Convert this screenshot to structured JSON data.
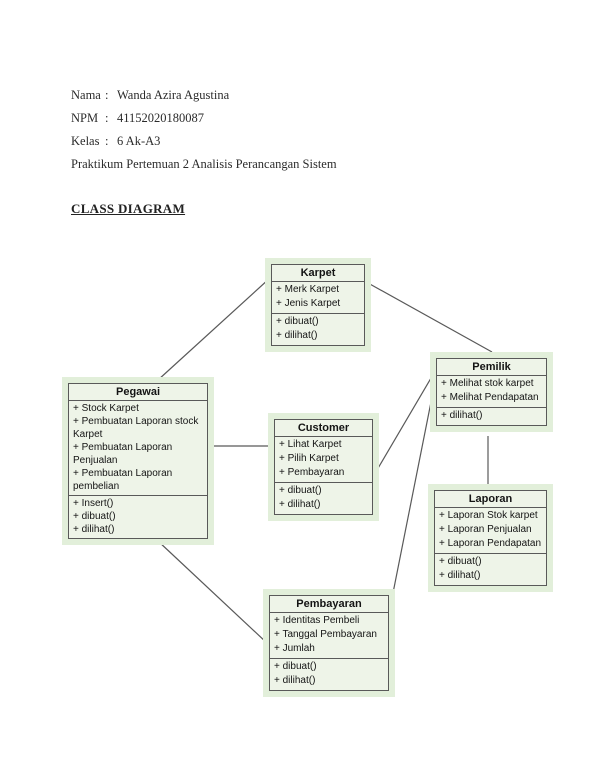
{
  "header": {
    "lines": [
      {
        "label": "Nama",
        "sep": ":",
        "value": "Wanda Azira Agustina"
      },
      {
        "label": "NPM",
        "sep": ":",
        "value": "41152020180087"
      },
      {
        "label": "Kelas",
        "sep": ":",
        "value": "6 Ak-A3"
      }
    ],
    "paragraph": "Praktikum Pertemuan 2 Analisis Perancangan Sistem",
    "section_title": "CLASS DIAGRAM"
  },
  "diagram": {
    "type": "uml-class-diagram",
    "colors": {
      "container_fill": "#e2efda",
      "box_fill": "#eef4e8",
      "border": "#595959",
      "connector": "#595959",
      "text": "#141414"
    },
    "classes": [
      {
        "name": "Karpet",
        "attributes": [
          "+ Merk Karpet",
          "+ Jenis Karpet"
        ],
        "methods": [
          "+ dibuat()",
          "+ dilihat()"
        ]
      },
      {
        "name": "Pemilik",
        "attributes": [
          "+ Melihat stok karpet",
          "+ Melihat Pendapatan"
        ],
        "methods": [
          "+ dilihat()"
        ]
      },
      {
        "name": "Pegawai",
        "attributes": [
          "+ Stock Karpet",
          "+ Pembuatan Laporan stock Karpet",
          "+ Pembuatan Laporan Penjualan",
          "+ Pembuatan Laporan pembelian"
        ],
        "methods": [
          "+ Insert()",
          "+ dibuat()",
          "+ dilihat()"
        ]
      },
      {
        "name": "Customer",
        "attributes": [
          "+ Lihat Karpet",
          "+ Pilih Karpet",
          "+ Pembayaran"
        ],
        "methods": [
          "+ dibuat()",
          "+ dilihat()"
        ]
      },
      {
        "name": "Laporan",
        "attributes": [
          "+ Laporan Stok karpet",
          "+ Laporan Penjualan",
          "+ Laporan Pendapatan"
        ],
        "methods": [
          "+ dibuat()",
          "+ dilihat()"
        ]
      },
      {
        "name": "Pembayaran",
        "attributes": [
          "+ Identitas Pembeli",
          "+ Tanggal Pembayaran",
          "+ Jumlah"
        ],
        "methods": [
          "+ dibuat()",
          "+ dilihat()"
        ]
      }
    ],
    "connections": [
      {
        "from": "Pegawai",
        "to": "Karpet"
      },
      {
        "from": "Karpet",
        "to": "Pemilik"
      },
      {
        "from": "Pegawai",
        "to": "Customer"
      },
      {
        "from": "Customer",
        "to": "Pemilik"
      },
      {
        "from": "Pemilik",
        "to": "Laporan"
      },
      {
        "from": "Pembayaran",
        "to": "Pemilik"
      },
      {
        "from": "Pegawai",
        "to": "Pembayaran"
      }
    ]
  }
}
